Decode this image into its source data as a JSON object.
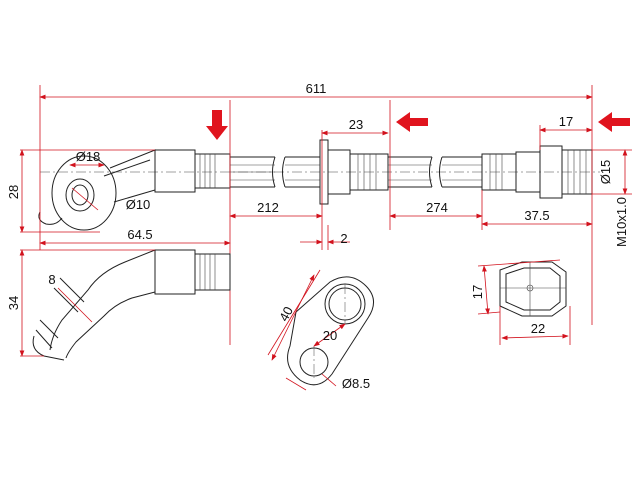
{
  "dimensions": {
    "total_length": "611",
    "fitting_diameter": "Ø18",
    "eye_hole_diameter": "Ø10",
    "eye_height": "28",
    "eye_offset": "64.5",
    "bracket_length": "23",
    "left_section": "212",
    "bracket_thickness": "2",
    "right_section": "274",
    "end_length": "17",
    "end_diameter": "Ø15",
    "end_offset": "37.5",
    "thread": "M10x1.0",
    "bend_height": "34",
    "bend_tube": "8",
    "bracket_height": "40",
    "bracket_hole_spacing": "20",
    "bracket_hole_diameter": "Ø8.5",
    "nut_height": "17",
    "nut_width": "22"
  },
  "colors": {
    "dimension_line": "#d2121d",
    "arrow": "#e0141e",
    "part_outline": "#222222"
  },
  "icons": [
    "red-arrow-icon"
  ]
}
